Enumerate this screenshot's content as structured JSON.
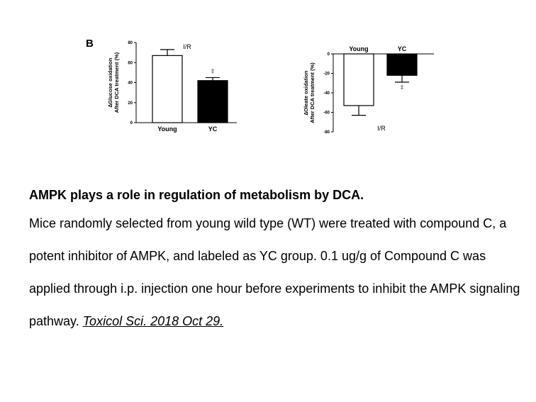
{
  "panel_label": "B",
  "chart_data": [
    {
      "type": "bar",
      "title": "I/R",
      "ylabel": "∆Glucose oxidation After DCA treatment (%)",
      "categories": [
        "Young",
        "YC"
      ],
      "values": [
        67,
        42
      ],
      "errors": [
        6,
        3
      ],
      "ylim": [
        0,
        80
      ],
      "yticks": [
        "0",
        "20",
        "40",
        "60",
        "80"
      ],
      "fills": [
        "#ffffff",
        "#000000"
      ],
      "annotations": [
        {
          "category": "YC",
          "text": "‡"
        }
      ]
    },
    {
      "type": "bar",
      "title": "I/R",
      "ylabel": "∆Oleate oxidation After DCA treatment (%)",
      "categories": [
        "Young",
        "YC"
      ],
      "values": [
        -53,
        -22
      ],
      "errors": [
        10,
        7
      ],
      "ylim": [
        -80,
        0
      ],
      "yticks": [
        "0",
        "-20",
        "-40",
        "-60",
        "-80"
      ],
      "fills": [
        "#ffffff",
        "#000000"
      ],
      "annotations": [
        {
          "category": "YC",
          "text": "‡"
        }
      ]
    }
  ],
  "caption": {
    "title": "AMPK plays a role in regulation of metabolism by DCA.",
    "body": "Mice randomly selected from young wild type (WT) were treated with compound C, a potent inhibitor of AMPK, and labeled as YC group. 0.1 ug/g of Compound C was applied through i.p. injection one hour before experiments to inhibit the AMPK signaling pathway. ",
    "link": "Toxicol Sci. 2018 Oct 29."
  }
}
